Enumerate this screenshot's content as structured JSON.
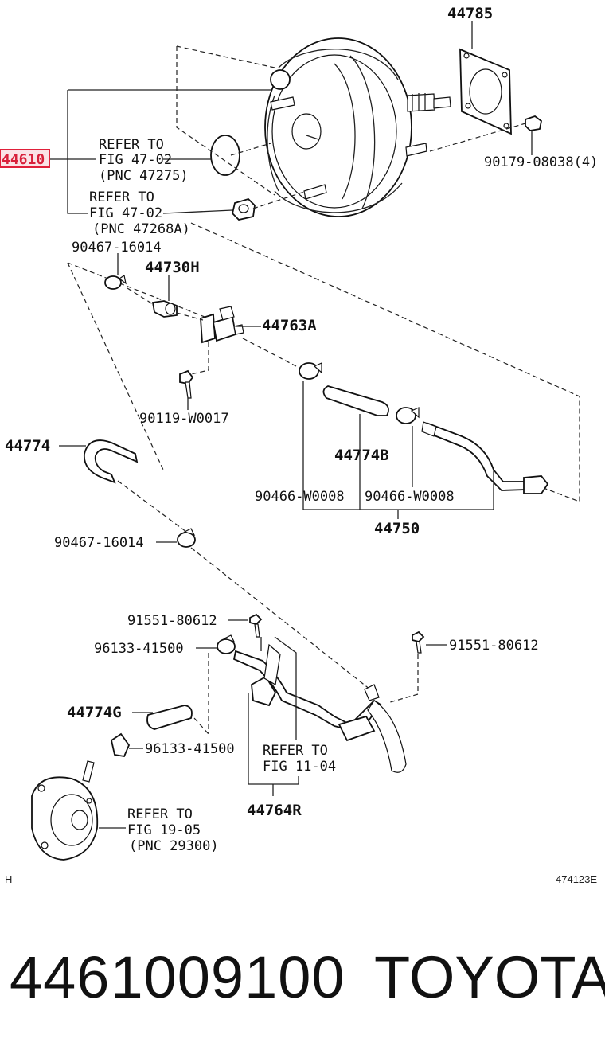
{
  "highlight_part": "44610",
  "labels": {
    "p44785": "44785",
    "p90179": "90179-08038(4)",
    "refer1_a": "REFER TO",
    "refer1_b": "FIG 47-02",
    "refer1_c": "(PNC 47275)",
    "refer2_a": "REFER TO",
    "refer2_b": "FIG 47-02",
    "refer2_c": "(PNC 47268A)",
    "p90467_top": "90467-16014",
    "p44730H": "44730H",
    "p44763A": "44763A",
    "p90119": "90119-W0017",
    "p44774": "44774",
    "p44774B": "44774B",
    "p90466_l": "90466-W0008",
    "p90466_r": "90466-W0008",
    "p44750": "44750",
    "p90467_mid": "90467-16014",
    "p91551_l": "91551-80612",
    "p91551_r": "91551-80612",
    "p96133_top": "96133-41500",
    "p44774G": "44774G",
    "p96133_bot": "96133-41500",
    "refer3_a": "REFER TO",
    "refer3_b": "FIG 11-04",
    "p44764R": "44764R",
    "refer4_a": "REFER TO",
    "refer4_b": "FIG 19-05",
    "refer4_c": "(PNC 29300)",
    "corner_left": "H",
    "corner_right": "474123E"
  },
  "footer": {
    "part_number": "4461009100",
    "brand": "TOYOTA"
  },
  "colors": {
    "highlight": "#e0203a",
    "line": "#222222"
  }
}
